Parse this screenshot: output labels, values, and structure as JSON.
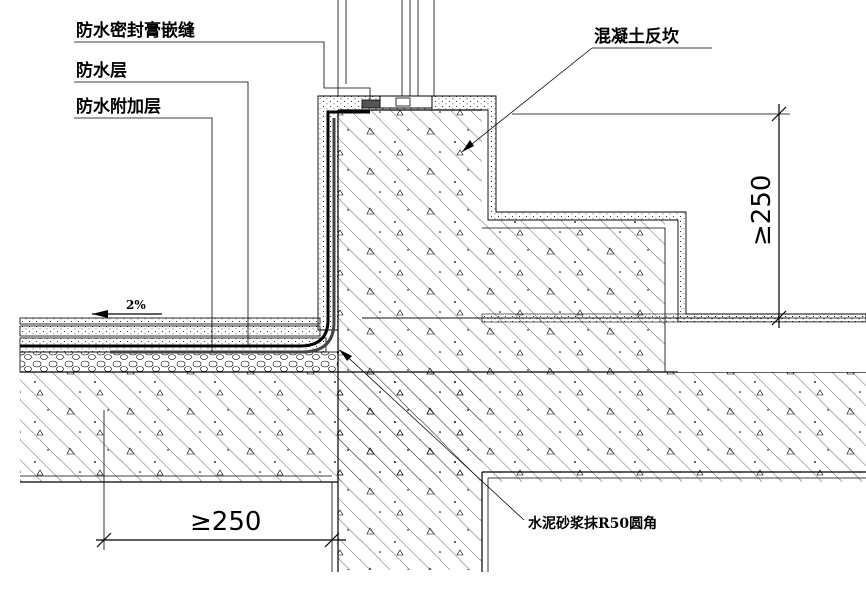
{
  "labels": {
    "sealant": "防水密封膏嵌缝",
    "waterproof_layer": "防水层",
    "additional_layer": "防水附加层",
    "concrete_curb": "混凝土反坎",
    "mortar_fillet": "水泥砂浆抹R50圆角"
  },
  "dimensions": {
    "vertical": "≥250",
    "horizontal": "≥250"
  },
  "slope": "2%"
}
